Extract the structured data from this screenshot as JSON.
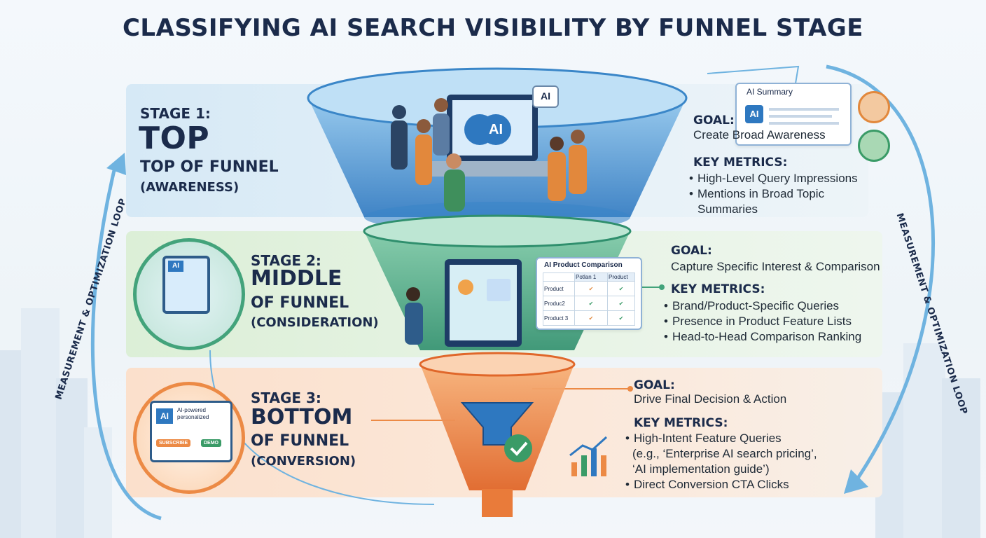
{
  "title": "CLASSIFYING AI SEARCH VISIBILITY BY FUNNEL STAGE",
  "loop_label": "MEASUREMENT & OPTIMIZATION LOOP",
  "stages": [
    {
      "stage": "STAGE 1:",
      "name": "TOP",
      "subtitle": "TOP OF FUNNEL",
      "phase": "(AWARENESS)",
      "goal_heading": "GOAL:",
      "goal": "Create Broad Awareness",
      "metrics_heading": "KEY METRICS:",
      "metrics": [
        "High-Level Query Impressions",
        "Mentions in Broad Topic Summaries"
      ],
      "card_title": "AI Summary",
      "badge": "AI"
    },
    {
      "stage": "STAGE 2:",
      "name": "MIDDLE",
      "subtitle": "OF FUNNEL",
      "phase": "(CONSIDERATION)",
      "goal_heading": "GOAL:",
      "goal": "Capture Specific Interest & Comparison",
      "metrics_heading": "KEY METRICS:",
      "metrics": [
        "Brand/Product-Specific Queries",
        "Presence in Product Feature Lists",
        "Head-to-Head Comparison Ranking"
      ],
      "card_title": "AI Product Comparison",
      "table_headers": [
        "Potlan 1",
        "Product"
      ],
      "table_rows": [
        "Product",
        "Produc2",
        "Product 3"
      ],
      "screen_badge": "AI"
    },
    {
      "stage": "STAGE 3:",
      "name": "BOTTOM",
      "subtitle": "OF FUNNEL",
      "phase": "(CONVERSION)",
      "goal_heading": "GOAL:",
      "goal": "Drive Final Decision & Action",
      "metrics_heading": "KEY METRICS:",
      "metrics": [
        "High-Intent Feature Queries",
        "(e.g., ‘Enterprise AI search pricing’,",
        "‘AI implementation guide’)",
        "Direct Conversion CTA Clicks"
      ],
      "screen_badge": "AI",
      "screen_text": "AI-powered personalized",
      "btn_subscribe": "SUBSCRIBE",
      "btn_demo": "DEMO"
    }
  ],
  "funnel_badge": "AI",
  "bubble_badge": "AI",
  "colors": {
    "top": "#3f8fd2",
    "middle": "#43a37b",
    "bottom": "#ec8a45",
    "ink": "#1b2b4b"
  }
}
